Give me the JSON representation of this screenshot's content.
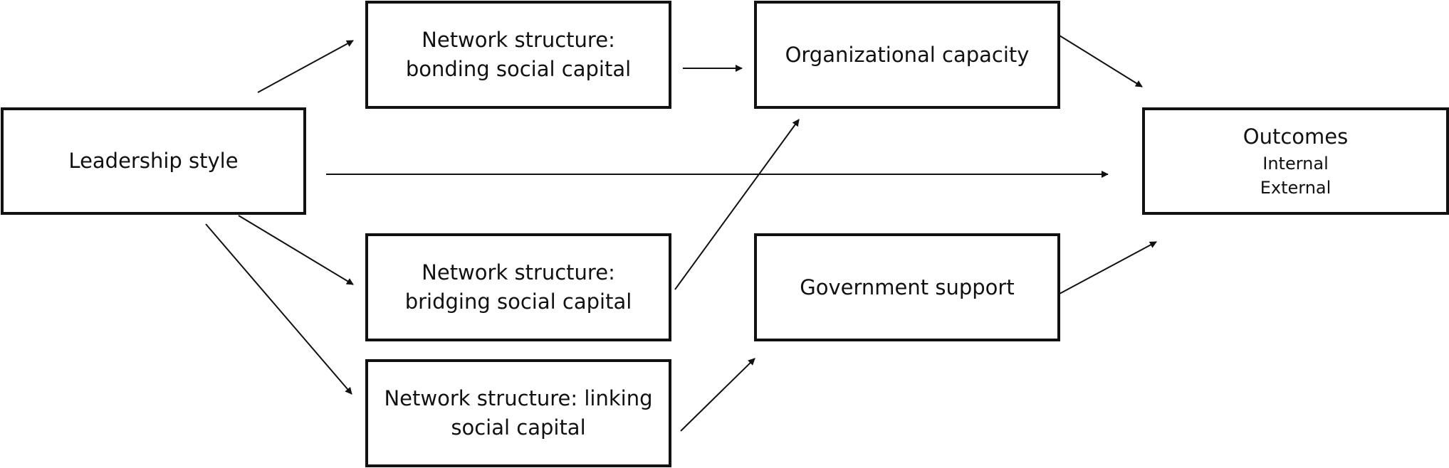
{
  "nodes": {
    "leadership": {
      "label": "Leadership style"
    },
    "bonding": {
      "line1": "Network structure:",
      "line2": "bonding social capital"
    },
    "bridging": {
      "line1": "Network structure:",
      "line2": "bridging social capital"
    },
    "linking": {
      "line1": "Network structure: linking",
      "line2": "social capital"
    },
    "org_capacity": {
      "label": "Organizational capacity"
    },
    "gov_support": {
      "label": "Government support"
    },
    "outcomes": {
      "title": "Outcomes",
      "items": [
        "Internal",
        "External"
      ]
    }
  },
  "edges": [
    {
      "from": "Leadership style",
      "to": "Network structure: bonding social capital"
    },
    {
      "from": "Leadership style",
      "to": "Network structure: bridging social capital"
    },
    {
      "from": "Leadership style",
      "to": "Network structure: linking social capital"
    },
    {
      "from": "Leadership style",
      "to": "Outcomes"
    },
    {
      "from": "Network structure: bonding social capital",
      "to": "Organizational capacity"
    },
    {
      "from": "Network structure: bridging social capital",
      "to": "Organizational capacity"
    },
    {
      "from": "Network structure: linking social capital",
      "to": "Government support"
    },
    {
      "from": "Organizational capacity",
      "to": "Outcomes"
    },
    {
      "from": "Government support",
      "to": "Outcomes"
    }
  ]
}
